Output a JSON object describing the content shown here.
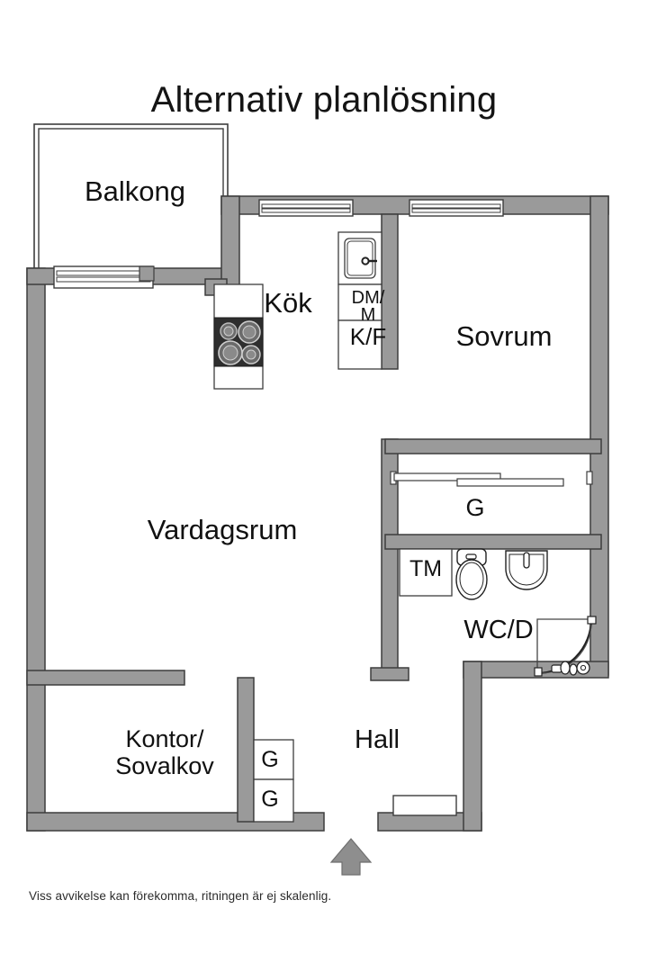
{
  "page": {
    "title": "Alternativ planlösning",
    "footer_note": "Viss avvikelse kan förekomma, ritningen är ej skalenlig."
  },
  "colors": {
    "wall_fill": "#9a9a9a",
    "wall_stroke": "#3d3d3d",
    "background": "#ffffff",
    "text": "#111111",
    "stove_fill": "#2e2e2e",
    "arrow_fill": "#8e8e8e",
    "fixture_stroke": "#222222"
  },
  "rooms": [
    {
      "key": "balkong",
      "label": "Balkong"
    },
    {
      "key": "kok",
      "label": "Kök"
    },
    {
      "key": "sovrum",
      "label": "Sovrum"
    },
    {
      "key": "vardagsrum",
      "label": "Vardagsrum"
    },
    {
      "key": "kontor",
      "label": "Kontor/\nSovalkov"
    },
    {
      "key": "hall",
      "label": "Hall"
    },
    {
      "key": "wcd",
      "label": "WC/D"
    }
  ],
  "closets": [
    {
      "key": "g_hall",
      "label": "G"
    },
    {
      "key": "g_lower1",
      "label": "G"
    },
    {
      "key": "g_lower2",
      "label": "G"
    }
  ],
  "appliances": [
    {
      "key": "dishwasher_microwave",
      "label": "DM/\nM"
    },
    {
      "key": "fridge_freezer",
      "label": "K/F"
    },
    {
      "key": "washing_machine",
      "label": "TM"
    }
  ],
  "fixtures": [
    {
      "key": "kitchen-sink",
      "label": "kitchen sink with faucet"
    },
    {
      "key": "stove",
      "label": "four burner cooktop"
    },
    {
      "key": "toilet",
      "label": "toilet"
    },
    {
      "key": "washbasin",
      "label": "wash basin"
    },
    {
      "key": "corner-shower",
      "label": "quarter round corner shower"
    },
    {
      "key": "entrance-arrow",
      "label": "entrance direction arrow"
    }
  ],
  "windows": [
    {
      "key": "balcony-door-window",
      "location": "living room north wall"
    },
    {
      "key": "kitchen-window",
      "location": "kitchen north wall"
    },
    {
      "key": "bedroom-window",
      "location": "bedroom north wall"
    }
  ]
}
